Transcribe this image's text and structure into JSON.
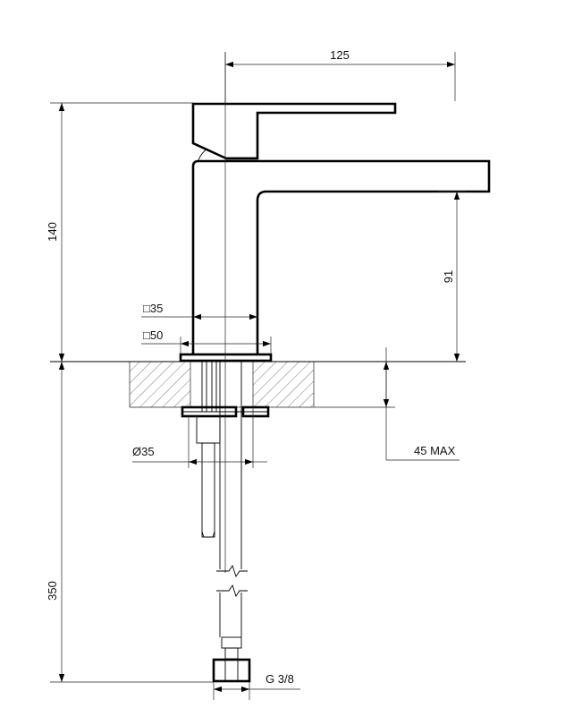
{
  "dimensions": {
    "width_top": "125",
    "height_total": "140",
    "spout_height": "91",
    "body_square": "□35",
    "base_square": "□50",
    "hole_diameter": "Ø35",
    "max_thickness": "45 MAX",
    "hose_length": "350",
    "thread": "G 3/8"
  }
}
